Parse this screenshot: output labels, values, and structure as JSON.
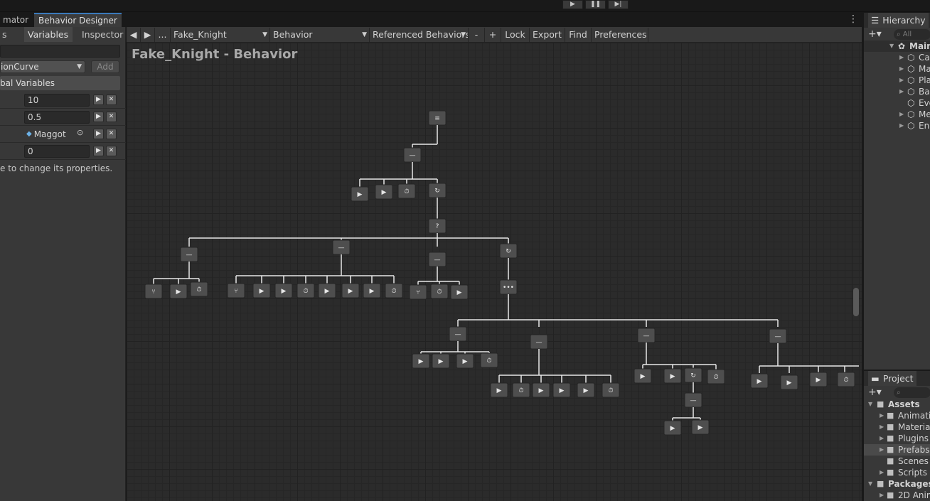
{
  "toolbar": {
    "play_icon": "play-icon",
    "pause_icon": "pause-icon",
    "step_icon": "step-icon"
  },
  "tabs": {
    "animator": "Animator",
    "designer": "Behavior Designer",
    "animator_visible": "mator"
  },
  "left_panel": {
    "tabs": [
      "Tasks",
      "Variables",
      "Inspector"
    ],
    "tab_visible": [
      "s",
      "Variables",
      "Inspector"
    ],
    "type_dropdown": "AnimationCurve",
    "type_dropdown_visible": "ionCurve",
    "add_label": "Add",
    "global_header": "Global Variables",
    "global_header_visible": "bal Variables",
    "variables": [
      {
        "value": "10"
      },
      {
        "value": "0.5"
      },
      {
        "value": "Maggot",
        "object": true
      },
      {
        "value": "0"
      }
    ],
    "hint": "e to change its properties."
  },
  "bd_toolbar": {
    "behavior_name": "Fake_Knight",
    "behavior_select": "Behavior",
    "referenced": "Referenced Behaviors",
    "minus": "-",
    "plus": "+",
    "lock": "Lock",
    "export": "Export",
    "find": "Find",
    "preferences": "Preferences",
    "ellipsis": "...",
    "nav_back": "◀",
    "nav_fwd": "▶"
  },
  "canvas": {
    "title": "Fake_Knight - Behavior"
  },
  "hierarchy": {
    "title": "Hierarchy",
    "search_placeholder": "All",
    "scene": "Main",
    "items": [
      "Ca",
      "Ma",
      "Pla",
      "Ba",
      "Eve",
      "Me",
      "Ene"
    ]
  },
  "project": {
    "title": "Project",
    "assets": "Assets",
    "folders": [
      "Animatio",
      "Material",
      "Plugins",
      "Prefabs",
      "Scenes",
      "Scripts"
    ],
    "packages": "Packages",
    "package_items": [
      "2D Anim"
    ]
  },
  "accent_color": "#3a79bb"
}
